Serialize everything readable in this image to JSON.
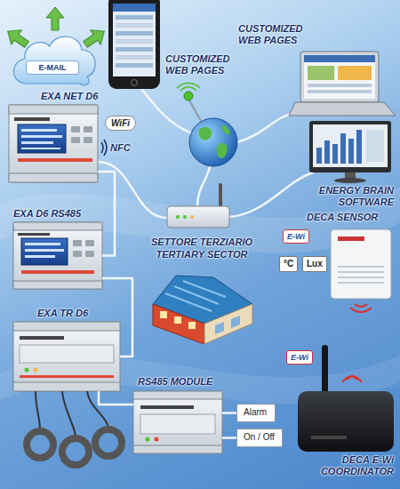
{
  "diagram": {
    "nodes": [
      {
        "text": [
          "E-MAIL"
        ]
      },
      {
        "text": [
          "CUSTOMIZED WEB PAGES"
        ]
      },
      {
        "text": [
          "CUSTOMIZED WEB PAGES"
        ]
      },
      {
        "text": [
          "EXA NET D6"
        ]
      },
      {
        "text": [
          "ENERGY BRAIN SOFTWARE"
        ]
      },
      {
        "text": [
          "EXA D6 RS485"
        ]
      },
      {
        "text": [
          "SETTORE TERZIARIO",
          "TERTIARY SECTOR"
        ]
      },
      {
        "text": [
          "DECA SENSOR"
        ]
      },
      {
        "text": [
          "EXA TR D6"
        ]
      },
      {
        "text": [
          "RS485 MODULE"
        ]
      },
      {
        "text": [
          "Alarm"
        ]
      },
      {
        "text": [
          "On / Off"
        ]
      },
      {
        "text": [
          "DECA E-Wi COORDINATOR"
        ]
      }
    ],
    "edges": [
      {
        "from": 3,
        "to": 5,
        "arrow": "none"
      },
      {
        "from": 5,
        "to": 8,
        "arrow": "none"
      },
      {
        "from": 8,
        "to": 9,
        "arrow": "none"
      },
      {
        "from": 9,
        "to": 10,
        "arrow": "none"
      },
      {
        "from": 9,
        "to": 11,
        "arrow": "none"
      }
    ],
    "labels": [
      "WiFi",
      "NFC",
      "E-Wi",
      "°C",
      "Lux",
      "E-Wi"
    ]
  }
}
